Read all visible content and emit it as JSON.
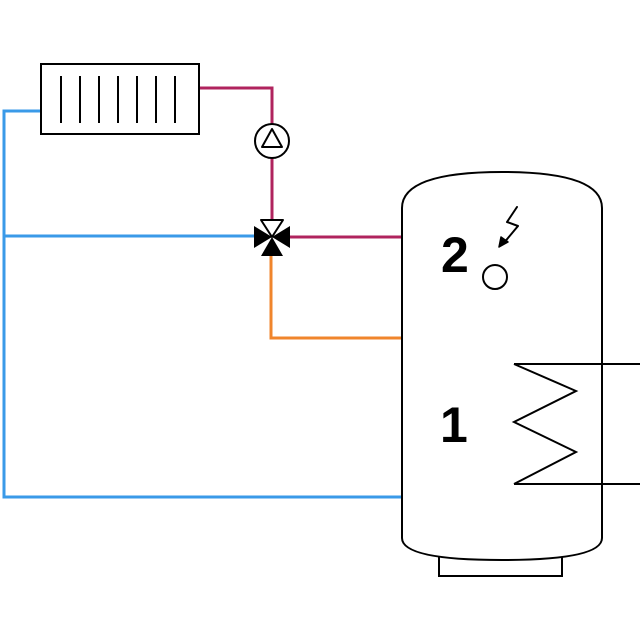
{
  "diagram": {
    "tank": {
      "zones": [
        {
          "label": "2"
        },
        {
          "label": "1"
        }
      ]
    },
    "colors": {
      "supply_pipe": "#b0245e",
      "return_pipe": "#3a9ae8",
      "tank_pipe": "#f0852c",
      "outline": "#000000",
      "background": "#ffffff"
    },
    "components": [
      "radiator",
      "circulation-pump",
      "three-way-mixing-valve",
      "storage-tank",
      "electric-heater",
      "heat-exchanger-coil",
      "tank-base"
    ],
    "icons": [
      "pump-icon",
      "mixing-valve-icon",
      "lightning-icon",
      "heater-element-icon",
      "coil-icon"
    ]
  }
}
